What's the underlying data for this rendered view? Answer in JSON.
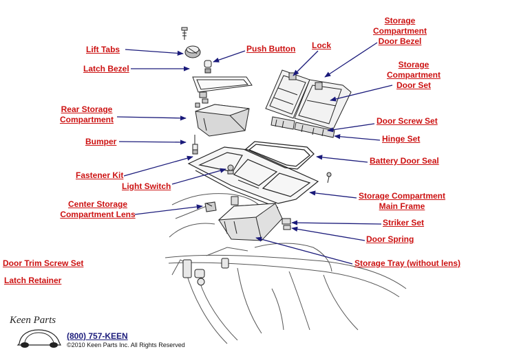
{
  "labels": {
    "lift_tabs": "Lift Tabs",
    "latch_bezel": "Latch Bezel",
    "rear_storage_1": "Rear Storage",
    "rear_storage_2": "Compartment",
    "bumper": "Bumper",
    "fastener_kit": "Fastener Kit",
    "light_switch": "Light Switch",
    "center_lens_1": "Center Storage",
    "center_lens_2": "Compartment Lens",
    "door_trim_screw_set": "Door Trim Screw Set",
    "latch_retainer": "Latch Retainer",
    "push_button": "Push Button",
    "lock": "Lock",
    "door_bezel_1": "Storage",
    "door_bezel_2": "Compartment",
    "door_bezel_3": "Door Bezel",
    "door_set_1": "Storage",
    "door_set_2": "Compartment",
    "door_set_3": "Door Set",
    "door_screw_set": "Door Screw Set",
    "hinge_set": "Hinge Set",
    "battery_door_seal": "Battery Door Seal",
    "main_frame_1": "Storage Compartment",
    "main_frame_2": "Main Frame",
    "striker_set": "Striker Set",
    "door_spring": "Door Spring",
    "storage_tray": "Storage Tray (without lens)"
  },
  "footer": {
    "logo_text": "Keen Parts",
    "phone": "(800) 757-KEEN",
    "copyright": "©2010 Keen Parts Inc. All Rights Reserved"
  },
  "colors": {
    "label": "#cc1111",
    "arrow": "#1a1a7a",
    "drawing": "#222222"
  }
}
